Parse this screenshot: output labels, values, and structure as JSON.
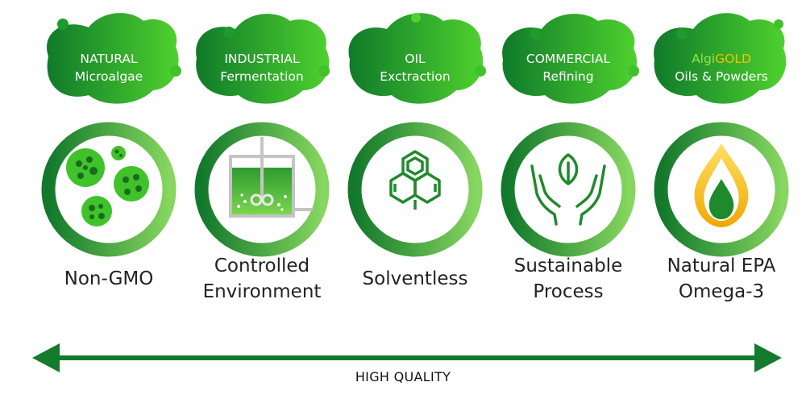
{
  "columns": [
    {
      "stage_line1": "NATURAL",
      "stage_line2": "Microalgae",
      "benefit_line1": "Non-GMO",
      "benefit_line2": "",
      "icon": "microalgae-cells-icon"
    },
    {
      "stage_line1": "INDUSTRIAL",
      "stage_line2": "Fermentation",
      "benefit_line1": "Controlled",
      "benefit_line2": "Environment",
      "icon": "fermentation-tank-icon"
    },
    {
      "stage_line1": "OIL",
      "stage_line2": "Exctraction",
      "benefit_line1": "Solventless",
      "benefit_line2": "",
      "icon": "molecule-hexagons-icon"
    },
    {
      "stage_line1": "COMMERCIAL",
      "stage_line2": "Refining",
      "benefit_line1": "Sustainable",
      "benefit_line2": "Process",
      "icon": "hands-leaf-icon"
    },
    {
      "stage_line1_a": "Algi",
      "stage_line1_b": "GOLD",
      "stage_line2": "Oils & Powders",
      "benefit_line1": "Natural EPA",
      "benefit_line2": "Omega-3",
      "icon": "oil-drop-flame-icon"
    }
  ],
  "axis_label": "HIGH QUALITY",
  "colors": {
    "dark_green": "#0f7a2a",
    "bright_green": "#4fd12e",
    "light_green": "#7fd65c",
    "gold": "#f2c200",
    "brand_light": "#9be34a"
  }
}
